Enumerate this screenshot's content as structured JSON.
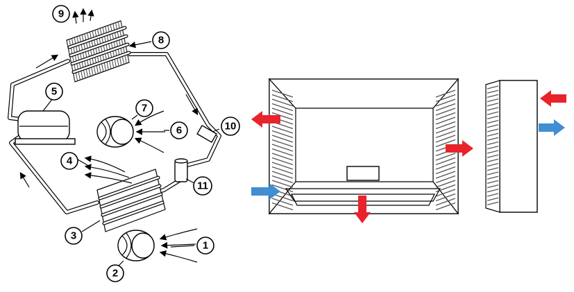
{
  "callouts": [
    {
      "id": "1",
      "label": "1"
    },
    {
      "id": "2",
      "label": "2"
    },
    {
      "id": "3",
      "label": "3"
    },
    {
      "id": "4",
      "label": "4"
    },
    {
      "id": "5",
      "label": "5"
    },
    {
      "id": "6",
      "label": "6"
    },
    {
      "id": "7",
      "label": "7"
    },
    {
      "id": "8",
      "label": "8"
    },
    {
      "id": "9",
      "label": "9"
    },
    {
      "id": "10",
      "label": "10"
    },
    {
      "id": "11",
      "label": "11"
    }
  ],
  "colors": {
    "hot_arrow": "#e8232b",
    "cold_arrow": "#3f8fd2",
    "line": "#000000",
    "hatch": "#555555",
    "background": "#ffffff"
  },
  "icons": [
    "red-airflow-arrow-icon",
    "blue-airflow-arrow-icon",
    "fan-icon",
    "compressor-icon"
  ]
}
